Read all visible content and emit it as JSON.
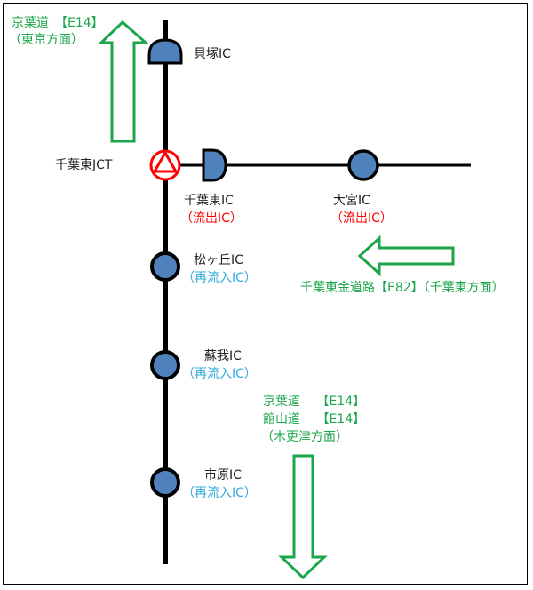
{
  "colors": {
    "road": "#000000",
    "ic_fill": "#4f81bd",
    "jct": "#ff0000",
    "arrow": "#1aa64a",
    "exit_label": "#ff0000",
    "reentry_label": "#33aadd",
    "direction_label": "#1aa64a"
  },
  "nodes": {
    "kaizuka": {
      "name": "貝塚IC",
      "type": "half-ic"
    },
    "chibahigashi_jct": {
      "name": "千葉東JCT",
      "type": "jct"
    },
    "chibahigashi_ic": {
      "name": "千葉東IC",
      "note": "（流出IC）",
      "type": "half-ic"
    },
    "omiya": {
      "name": "大宮IC",
      "note": "（流出IC）",
      "type": "ic"
    },
    "matsugaoka": {
      "name": "松ヶ丘IC",
      "note": "（再流入IC）",
      "type": "ic"
    },
    "soga": {
      "name": "蘇我IC",
      "note": "（再流入IC）",
      "type": "ic"
    },
    "ichihara": {
      "name": "市原IC",
      "note": "（再流入IC）",
      "type": "ic"
    }
  },
  "directions": {
    "north": {
      "line1": "京葉道　【E14】",
      "line2": "（東京方面）"
    },
    "east": {
      "line1": "千葉東金道路【E82】（千葉東方面）"
    },
    "south": {
      "line1": "京葉道　 【E14】",
      "line2": "館山道　 【E14】",
      "line3": "（木更津方面）"
    }
  }
}
